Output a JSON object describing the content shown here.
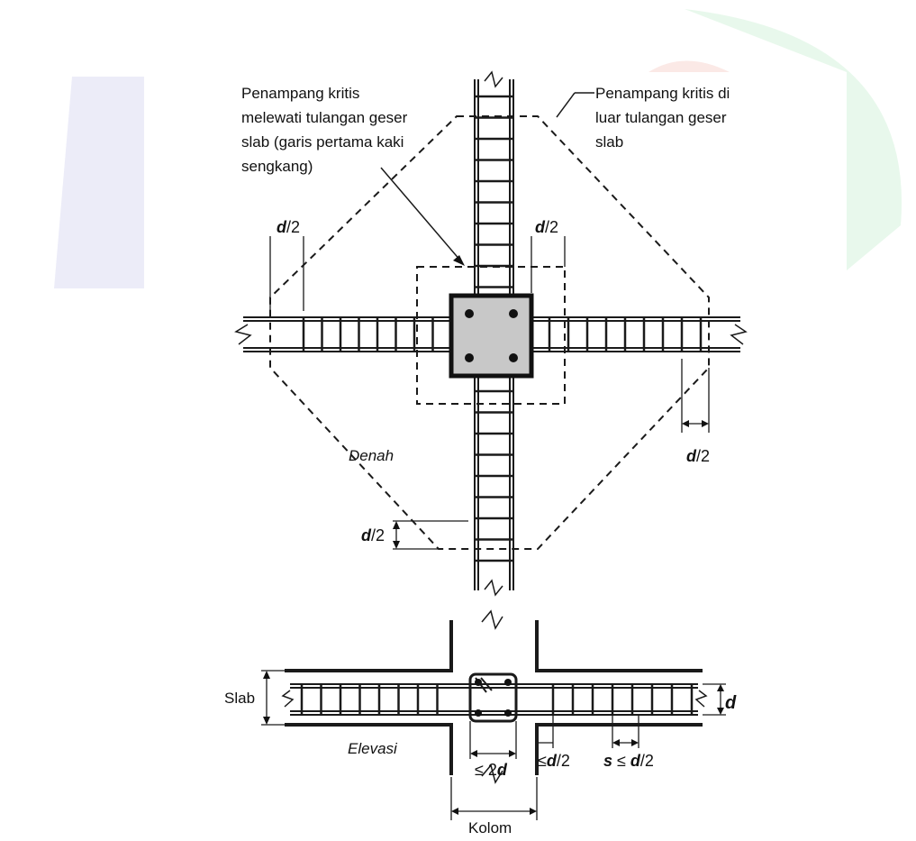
{
  "plan": {
    "callout_left": [
      "Penampang kritis",
      "melewati tulangan geser",
      "slab (garis pertama kaki",
      "sengkang)"
    ],
    "callout_right": [
      "Penampang kritis di",
      "luar tulangan geser",
      "slab"
    ],
    "view_label": "Denah",
    "dim_var": "d",
    "dim_rest": "/2"
  },
  "elevation": {
    "view_label": "Elevasi",
    "slab_label": "Slab",
    "depth_label": "d",
    "col_spacing": {
      "sym": "≤ 2",
      "var": "d"
    },
    "first_stirrup": {
      "sym": "≤",
      "var": "d",
      "rest": "/2"
    },
    "spacing": {
      "s": "s",
      "sym": " ≤ ",
      "var": "d",
      "rest": "/2"
    },
    "column_label": "Kolom"
  },
  "colors": {
    "ink": "#1a1a1a",
    "column_fill": "#c8c8c8",
    "watermark_blue": "#e9e9f7",
    "watermark_green": "#e6f8ea",
    "watermark_red": "#fbe7e3"
  }
}
